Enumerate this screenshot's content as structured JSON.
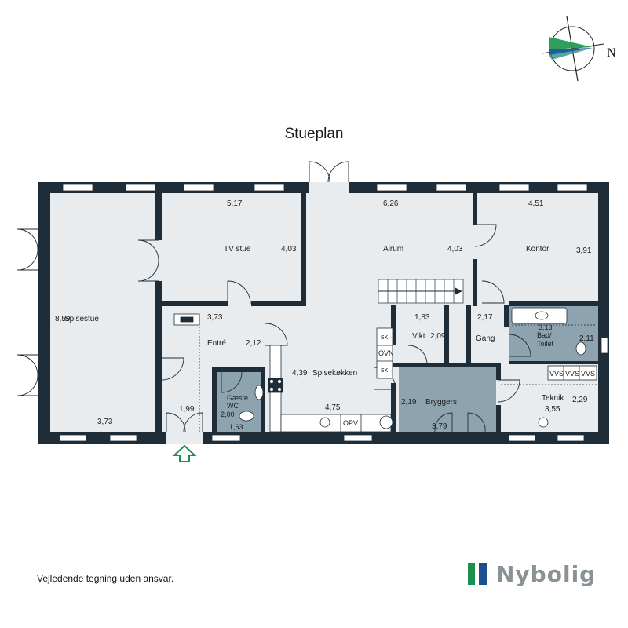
{
  "plan": {
    "title": "Stueplan",
    "rooms": [
      {
        "id": "spisestue",
        "name": "Spisestue"
      },
      {
        "id": "tv",
        "name": "TV stue"
      },
      {
        "id": "alrum",
        "name": "Alrum"
      },
      {
        "id": "kontor",
        "name": "Kontor"
      },
      {
        "id": "entre",
        "name": "Entré"
      },
      {
        "id": "spisekokken",
        "name": "Spisekøkken"
      },
      {
        "id": "vikt",
        "name": "Vikt."
      },
      {
        "id": "gang",
        "name": "Gang"
      },
      {
        "id": "bad",
        "name": "Bad/\nToilet"
      },
      {
        "id": "gaeste",
        "name": "Gæste\nWC"
      },
      {
        "id": "bryggers",
        "name": "Bryggers"
      },
      {
        "id": "teknik",
        "name": "Teknik"
      }
    ],
    "dimensions": [
      "5,17",
      "6,26",
      "4,51",
      "4,03",
      "4,03",
      "3,91",
      "8,59",
      "3,73",
      "2,12",
      "1,83",
      "2,17",
      "2,09",
      "3,13",
      "2,11",
      "4,39",
      "2,00",
      "1,63",
      "1,99",
      "4,75",
      "2,19",
      "3,79",
      "3,55",
      "2,29",
      "3,73"
    ],
    "fixtures": [
      "sk",
      "OVN",
      "sk",
      "OPV",
      "VVS",
      "VVS",
      "VVS"
    ],
    "compass": {
      "label": "N",
      "icon": "compass-icon"
    },
    "entrance_icon": "entrance-arrow-icon",
    "colors": {
      "floor": "#e9ecef",
      "wet_room": "#8ea3b0",
      "wall": "#1e2d38",
      "compass_green": "#2e9e5b",
      "compass_blue": "#1f5d9e",
      "brand_green": "#1f8f4f",
      "brand_blue": "#1d4e8f",
      "brand_text": "#8a9296"
    }
  },
  "footer": {
    "disclaimer": "Vejledende tegning uden ansvar.",
    "brand": "Nybolig"
  }
}
